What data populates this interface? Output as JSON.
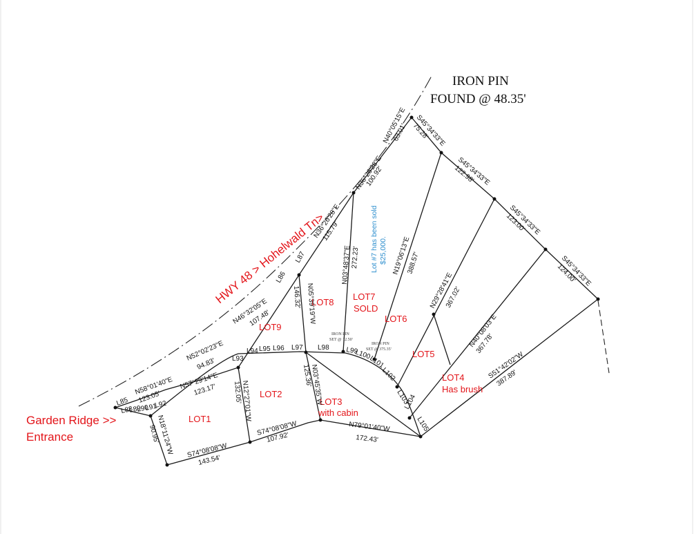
{
  "iron_pin_found": {
    "line1": "IRON PIN",
    "line2": "FOUND @ 48.35'"
  },
  "highway": {
    "label": "HWY 48  > Hohelwald Tn>"
  },
  "entrance": {
    "line1": "Garden Ridge >>",
    "line2": "Entrance"
  },
  "sold_note": {
    "line1": "Lot #7 has been sold",
    "line2": "$25,000."
  },
  "lots": {
    "lot1": "LOT1",
    "lot2": "LOT2",
    "lot3": "LOT3",
    "lot3_note": "with cabin",
    "lot4": "LOT4",
    "lot4_note": "Has brush",
    "lot5": "LOT5",
    "lot6": "LOT6",
    "lot7": "LOT7",
    "lot7_note": "SOLD",
    "lot8": "LOT8",
    "lot9": "LOT9"
  },
  "pins": {
    "pin1": {
      "line1": "IRON PIN",
      "line2": "SET @ 12.50'"
    },
    "pin2": {
      "line1": "IRON PIN",
      "line2": "SET @ 375.35'"
    }
  },
  "courses": {
    "c1_bearing": "N58°01'40\"E",
    "c1_dist": "123.05'",
    "c2_bearing": "N57°29'14\"E",
    "c2_dist": "123.17'",
    "c3_bearing": "N52°02'23\"E",
    "c3_dist": "94.83'",
    "c4_bearing": "N46°32'05\"E",
    "c4_dist": "107.48'",
    "c5_bearing": "N36°26'28\"E",
    "c5_dist": "115.79'",
    "c6_bearing": "N36°26'28\"E",
    "c6_dist": "100.92'",
    "c7_bearing": "N40°05'15\"E",
    "c7_dist": "63.01'",
    "c8_bearing": "S45°34'33\"E",
    "c8_dist": "75.28'",
    "c9_bearing": "S45°34'33\"E",
    "c9_dist": "122.98'",
    "c10_bearing": "S45°34'33\"E",
    "c10_dist": "123.00'",
    "c11_bearing": "S45°34'33\"E",
    "c11_dist": "124.00'",
    "c12_bearing": "N05°39'19\"W",
    "c12_dist": "146.32'",
    "c13_bearing": "N03°48'37\"E",
    "c13_dist": "272.23'",
    "c14_bearing": "N19°06'13\"E",
    "c14_dist": "388.57'",
    "c15_bearing": "N29°28'41\"E",
    "c15_dist": "367.02'",
    "c16_bearing": "N40°08'03\"E",
    "c16_dist": "367.78'",
    "c17_bearing": "S51°42'02\"W",
    "c17_dist": "387.89'",
    "c18_bearing": "N79°01'40\"W",
    "c18_dist": "172.43'",
    "c19_bearing": "S74°08'08\"W",
    "c19_dist": "107.92'",
    "c20_bearing": "S74°08'08\"W",
    "c20_dist": "143.54'",
    "c21_bearing": "N12°27'01\"W",
    "c21_dist": "132.05'",
    "c22_bearing": "N03°45'35\"W",
    "c22_dist": "125.36'",
    "c23_bearing": "N18°11'24\"W",
    "c23_dist": "90.95'"
  },
  "line_labels": {
    "l85": "L85",
    "l86": "L86",
    "l87": "L87",
    "l88": "L88",
    "l89": "L89",
    "l90": "L90",
    "l91": "L91",
    "l92": "L92",
    "l93": "L93",
    "l94": "L94",
    "l95": "L95",
    "l96": "L96",
    "l97": "L97",
    "l98": "L98",
    "l99": "L99",
    "l100": "L100",
    "l101": "L101",
    "l102": "L102",
    "l103": "L103",
    "l104": "L104",
    "l105": "L105"
  }
}
